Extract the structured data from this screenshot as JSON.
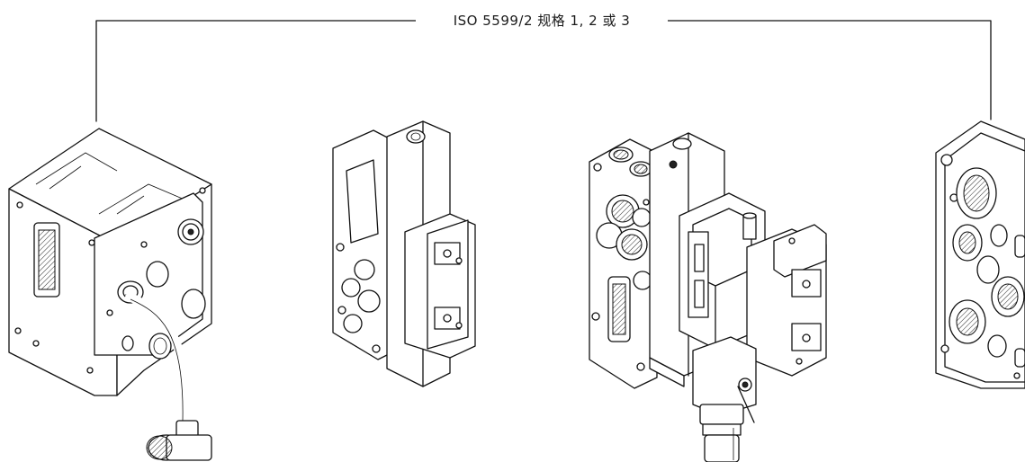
{
  "bracket": {
    "label": "ISO 5599/2 规格 1, 2 或 3"
  },
  "components": [
    {
      "name": "electrical-interface-module",
      "icon": "interface-module-icon"
    },
    {
      "name": "intermediate-plate",
      "icon": "intermediate-plate-icon"
    },
    {
      "name": "valve-assembly",
      "icon": "valve-assembly-icon"
    },
    {
      "name": "end-plate",
      "icon": "end-plate-icon"
    }
  ]
}
